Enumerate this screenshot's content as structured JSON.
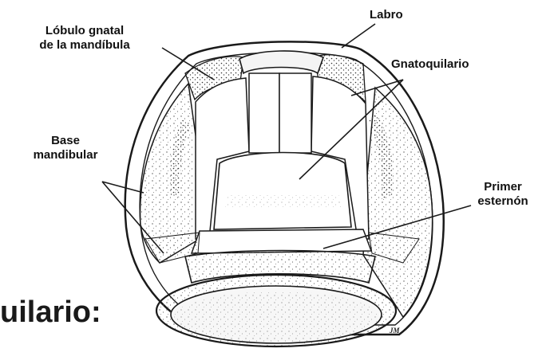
{
  "labels": {
    "labro": "Labro",
    "lobulo": "Lóbulo gnatal\nde la mandíbula",
    "gnatoquilario": "Gnatoquilario",
    "base": "Base\nmandibular",
    "esternon": "Primer\nesternón"
  },
  "caption": "uilario:",
  "signature": "JM"
}
